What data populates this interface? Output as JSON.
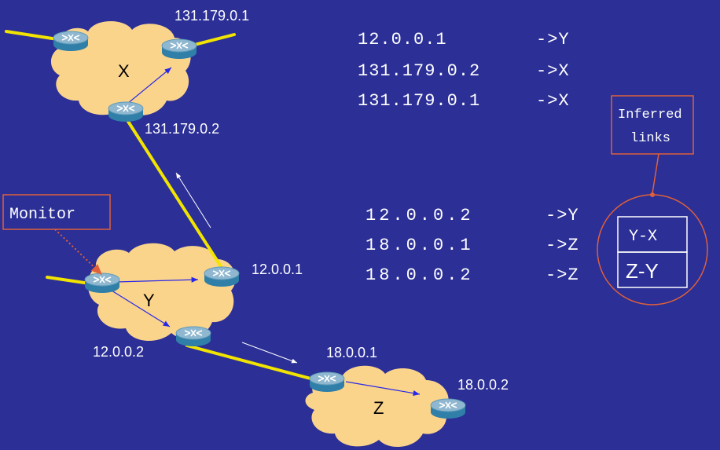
{
  "colors": {
    "background": "#2b2f96",
    "cloud": "#fbd48c",
    "link": "#f2e400",
    "router_top": "#8fb8d0",
    "router_side": "#2f7fa8",
    "box_border": "#e0603a",
    "monitor_arrow": "#e0603a"
  },
  "clouds": {
    "x": "X",
    "y": "Y",
    "z": "Z"
  },
  "router_labels": {
    "x_top": "131.179.0.1",
    "x_bottom": "131.179.0.2",
    "y_right": "12.0.0.1",
    "y_bottom": "12.0.0.2",
    "z_left": "18.0.0.1",
    "z_right": "18.0.0.2"
  },
  "monitor_label": "Monitor",
  "table_top": [
    {
      "addr": "12.0.0.1",
      "arrow": "->Y"
    },
    {
      "addr": "131.179.0.2",
      "arrow": "->X"
    },
    {
      "addr": "131.179.0.1",
      "arrow": "->X"
    }
  ],
  "table_bottom": [
    {
      "addr": "12.0.0.2",
      "arrow": "->Y"
    },
    {
      "addr": "18.0.0.1",
      "arrow": "->Z"
    },
    {
      "addr": "18.0.0.2",
      "arrow": "->Z"
    }
  ],
  "inferred": {
    "label_line1": "Inferred",
    "label_line2": "links",
    "link1": "Y-X",
    "link2": "Z-Y"
  },
  "icons": [
    "router-icon",
    "cloud-icon",
    "arrow-icon"
  ]
}
